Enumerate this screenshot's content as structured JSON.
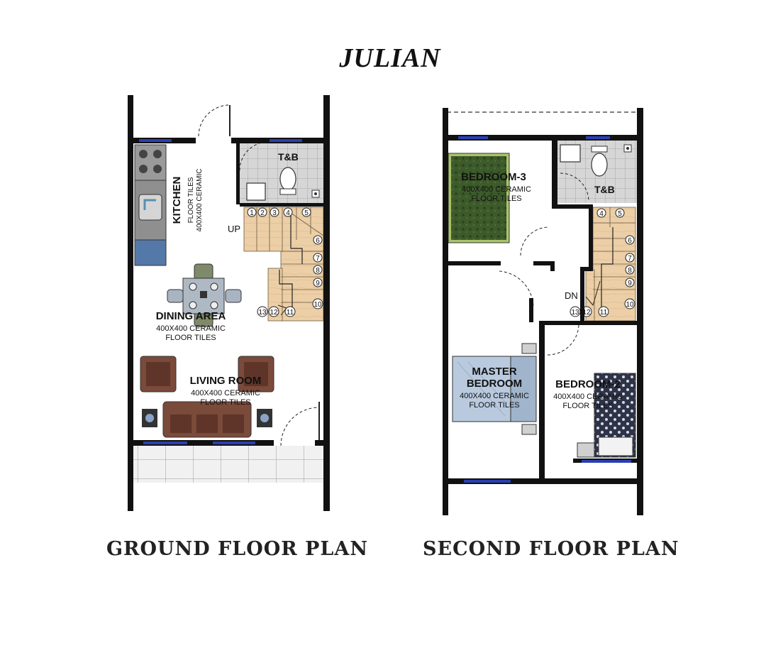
{
  "title": "JULIAN",
  "ground": {
    "label": "GROUND FLOOR PLAN",
    "kitchen": {
      "name": "KITCHEN",
      "spec1": "400X400 CERAMIC",
      "spec2": "FLOOR TILES"
    },
    "tb": "T&B",
    "up": "UP",
    "dining": {
      "name": "DINING AREA",
      "spec1": "400X400 CERAMIC",
      "spec2": "FLOOR TILES"
    },
    "living": {
      "name": "LIVING ROOM",
      "spec1": "400X400 CERAMIC",
      "spec2": "FLOOR TILES"
    },
    "steps": [
      "1",
      "2",
      "3",
      "4",
      "5",
      "6",
      "7",
      "8",
      "9",
      "10",
      "11",
      "12",
      "13"
    ]
  },
  "second": {
    "label": "SECOND FLOOR PLAN",
    "bedroom3": {
      "name": "BEDROOM-3",
      "spec1": "400X400 CERAMIC",
      "spec2": "FLOOR TILES"
    },
    "tb": "T&B",
    "dn": "DN",
    "master": {
      "name1": "MASTER",
      "name2": "BEDROOM",
      "spec1": "400X400 CERAMIC",
      "spec2": "FLOOR TILES"
    },
    "bedroom2": {
      "name": "BEDROOM-2",
      "spec1": "400X400 CERAMIC",
      "spec2": "FLOOR TILES"
    },
    "steps": [
      "4",
      "5",
      "6",
      "7",
      "8",
      "9",
      "10",
      "11",
      "12",
      "13"
    ]
  },
  "colors": {
    "wall": "#111111",
    "window": "#2b3fb0",
    "stair": "#e9cba0",
    "tile": "#d8d8d8",
    "bed_green": "#3f5a2e",
    "bed_blue": "#b9c9de",
    "sofa": "#7a4a3a"
  }
}
